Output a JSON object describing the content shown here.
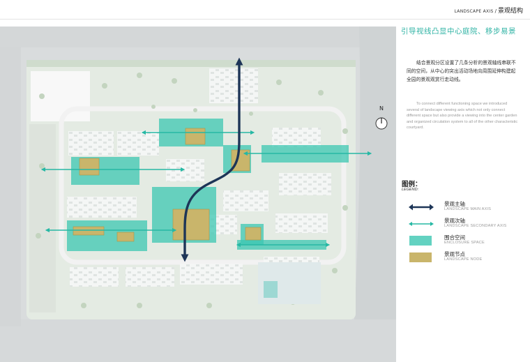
{
  "header": {
    "section_en": "LANDSCAPE AXIS",
    "slash": "/",
    "section_zh": "景观结构"
  },
  "headline": "引导视线凸显中心庭院、移步易景",
  "description": {
    "zh": "结合景观分区设置了几条分析的景观轴线串联不同的空间，从中心的突出活动场地向周围延伸构建起全园的景观观赏行走动线。",
    "en": "To connect different functioning space we introduced several of landscape viewing axis which not only connect different space but also provide a viewing into the center garden and organized circulation system to all of the other characteristic courtyard."
  },
  "compass": {
    "label": "N"
  },
  "legend": {
    "title": "图例：",
    "subtitle": "LEGEND:",
    "items": [
      {
        "symbol": "main-axis",
        "zh": "景观主轴",
        "en": "LANDSCAPE MAIN AXIS"
      },
      {
        "symbol": "secondary-axis",
        "zh": "景观次轴",
        "en": "LANDSCAPE SECONDARY AXIS"
      },
      {
        "symbol": "enclosure-space",
        "zh": "围合空间",
        "en": "ENCLOSURE SPACE"
      },
      {
        "symbol": "landscape-node",
        "zh": "景观节点",
        "en": "LANDSCAPE NODE"
      }
    ]
  },
  "colors": {
    "main_axis": "#1d3557",
    "secondary_axis": "#26b8a4",
    "enclosure": "#3cc7b1",
    "node": "#c9b56b",
    "headline": "#2fb3a4",
    "road": "#d9dcdd",
    "ground": "#e6ece6"
  }
}
